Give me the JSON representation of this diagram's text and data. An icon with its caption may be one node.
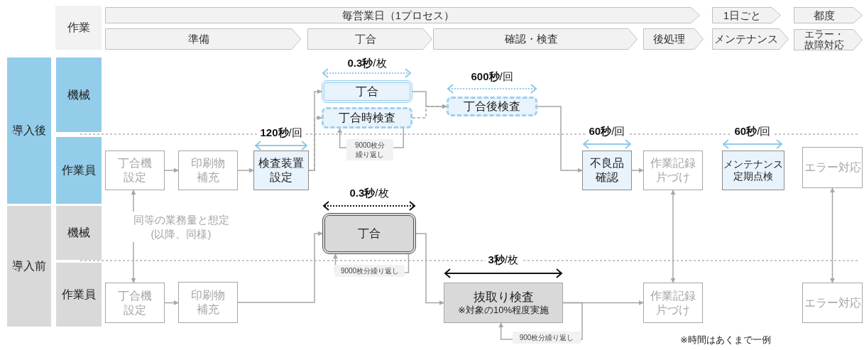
{
  "diagram": {
    "nodes": [
      {
        "text": [
          "作業"
        ]
      },
      {
        "text": [
          "毎営業日（1プロセス）"
        ]
      },
      {
        "text": [
          "1日ごと"
        ]
      },
      {
        "text": [
          "都度"
        ]
      },
      {
        "text": [
          "準備"
        ]
      },
      {
        "text": [
          "丁合"
        ]
      },
      {
        "text": [
          "確認・検査"
        ]
      },
      {
        "text": [
          "後処理"
        ]
      },
      {
        "text": [
          "メンテナンス"
        ]
      },
      {
        "text": [
          "エラー・故障対応"
        ]
      },
      {
        "text": [
          "導入後"
        ]
      },
      {
        "text": [
          "機械"
        ]
      },
      {
        "text": [
          "作業員"
        ]
      },
      {
        "text": [
          "導入前"
        ]
      },
      {
        "text": [
          "機械"
        ]
      },
      {
        "text": [
          "作業員"
        ]
      },
      {
        "text": [
          "丁合機設定"
        ]
      },
      {
        "text": [
          "印刷物補充"
        ]
      },
      {
        "text": [
          "検査装置設定"
        ],
        "beside": [
          "**120秒**/回"
        ]
      },
      {
        "text": [
          "丁合"
        ],
        "beside": [
          "**0.3秒**/枚"
        ]
      },
      {
        "text": [
          "丁合時検査"
        ]
      },
      {
        "text": [
          "丁合後検査"
        ],
        "beside": [
          "**600秒**/回"
        ]
      },
      {
        "text": [
          "不良品確認"
        ],
        "beside": [
          "**60秒**/回"
        ]
      },
      {
        "text": [
          "作業記録片づけ"
        ]
      },
      {
        "text": [
          "メンテナンス定期点検"
        ],
        "beside": [
          "**60秒**/回"
        ]
      },
      {
        "text": [
          "エラー対応"
        ]
      },
      {
        "text": [
          "丁合"
        ],
        "beside": [
          "**0.3秒**/枚"
        ]
      },
      {
        "text": [
          "丁合機設定"
        ]
      },
      {
        "text": [
          "印刷物補充"
        ]
      },
      {
        "text": [
          "抜取り検査",
          "※対象の10%程度実施"
        ],
        "beside": [
          "**3秒**/枚"
        ]
      },
      {
        "text": [
          "作業記録片づけ"
        ]
      },
      {
        "text": [
          "エラー対応"
        ]
      }
    ],
    "edges": [
      {
        "from": 16,
        "to": 17,
        "arrow": "to"
      },
      {
        "from": 17,
        "to": 18,
        "arrow": "to"
      },
      {
        "from": 18,
        "to": 19,
        "arrow": "to"
      },
      {
        "from": 18,
        "to": 20,
        "arrow": "to",
        "style": "dashed"
      },
      {
        "from": 19,
        "to": 21,
        "arrow": "to"
      },
      {
        "from": 20,
        "to": 21,
        "arrow": "to",
        "style": "dashed"
      },
      {
        "from": 20,
        "to": 20,
        "arrow": "to",
        "label": "9000枚分繰り返し"
      },
      {
        "from": 21,
        "to": 22,
        "arrow": "to"
      },
      {
        "from": 22,
        "to": 23,
        "arrow": "to"
      },
      {
        "from": 23,
        "to": 30,
        "arrow": "both"
      },
      {
        "from": 25,
        "to": 31,
        "arrow": "both"
      },
      {
        "from": 16,
        "to": 27,
        "arrow": "both",
        "label": "同等の業務量と想定 (以降、同様)"
      },
      {
        "from": 27,
        "to": 28,
        "arrow": "to"
      },
      {
        "from": 28,
        "to": 26,
        "arrow": "to"
      },
      {
        "from": 26,
        "to": 26,
        "arrow": "to",
        "label": "9000枚分繰り返し"
      },
      {
        "from": 26,
        "to": 29,
        "arrow": "to"
      },
      {
        "from": 29,
        "to": 30,
        "arrow": "to"
      },
      {
        "from": 29,
        "to": 29,
        "arrow": "to",
        "label": "900枚分繰り返し"
      }
    ],
    "labels": [
      "※時間はあくまで一例"
    ]
  }
}
